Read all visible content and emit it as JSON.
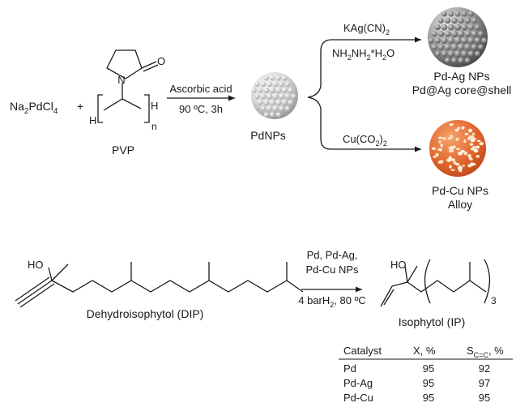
{
  "reaction1": {
    "precursor": {
      "main": "Na",
      "sub1": "2",
      "mid": "PdCl",
      "sub2": "4"
    },
    "plus": "+",
    "pvp": {
      "n_atom": "N",
      "o_atom": "O",
      "h_left": "H",
      "h_right": "H",
      "n_index": "n",
      "label": "PVP"
    },
    "conditions": {
      "top": "Ascorbic acid",
      "bottom": "90 ºC, 3h"
    },
    "product": "PdNPs",
    "branch_top": {
      "reagent1": {
        "main": "KAg(CN)",
        "sub": "2"
      },
      "reagent2": {
        "a": "NH",
        "s1": "2",
        "b": "NH",
        "s2": "2",
        "c": "*H",
        "s3": "2",
        "d": "O"
      },
      "product_line1": "Pd-Ag NPs",
      "product_line2": "Pd@Ag core@shell"
    },
    "branch_bottom": {
      "reagent": {
        "main": "Cu(CO",
        "sub": "2",
        "end": ")",
        "sub2": "2"
      },
      "product_line1": "Pd-Cu NPs",
      "product_line2": "Alloy"
    }
  },
  "reaction2": {
    "reactant_ho": "HO",
    "reactant_name": "Dehydroisophytol (DIP)",
    "conditions": {
      "line1": "Pd, Pd-Ag,",
      "line2": "Pd-Cu NPs",
      "line3a": "4 barH",
      "line3sub": "2",
      "line3b": ", 80 ºC"
    },
    "product_ho": "HO",
    "product_repeat": "3",
    "product_name": "Isophytol (IP)"
  },
  "table": {
    "headers": {
      "catalyst": "Catalyst",
      "x": "X, %",
      "s_main": "S",
      "s_sub": "C=C",
      "s_end": ", %"
    },
    "rows": [
      {
        "catalyst": "Pd",
        "x": "95",
        "s": "92"
      },
      {
        "catalyst": "Pd-Ag",
        "x": "95",
        "s": "97"
      },
      {
        "catalyst": "Pd-Cu",
        "x": "95",
        "s": "95"
      }
    ]
  },
  "colors": {
    "pd_particle": "#c8c8c8",
    "pdag_particle": "#8c8c8c",
    "pdcu_particle": "#e0622a",
    "line": "#1a1a1a"
  }
}
